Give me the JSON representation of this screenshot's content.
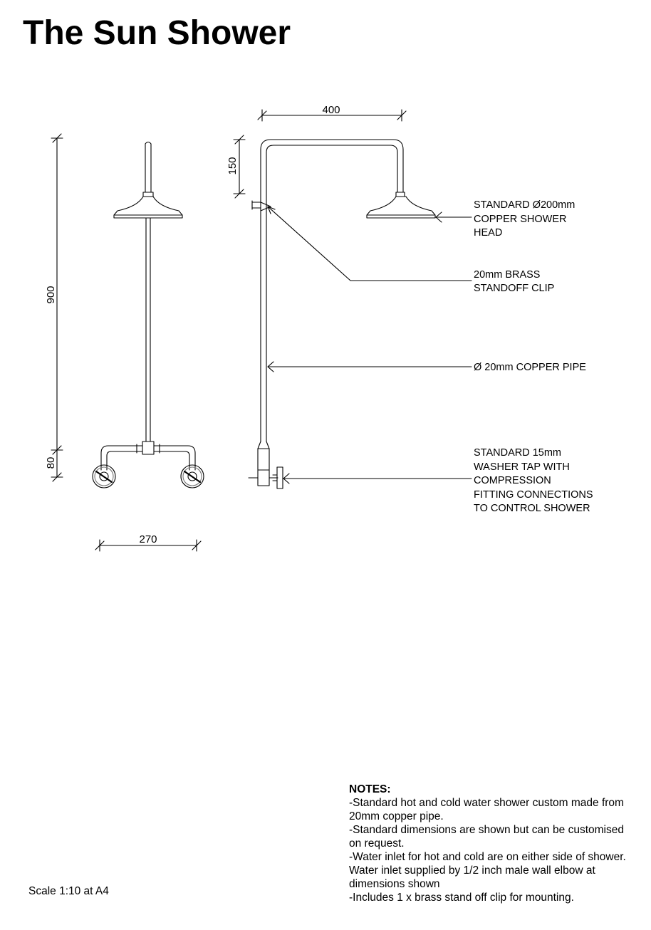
{
  "title": "The Sun Shower",
  "dimensions": {
    "overall_height": "900",
    "lower_height": "80",
    "bottom_width": "270",
    "arm_reach": "400",
    "arm_drop": "150"
  },
  "callouts": [
    {
      "id": "shower-head",
      "lines": [
        "STANDARD Ø200mm",
        "COPPER SHOWER",
        "HEAD"
      ]
    },
    {
      "id": "standoff-clip",
      "lines": [
        "20mm BRASS",
        "STANDOFF CLIP"
      ]
    },
    {
      "id": "copper-pipe",
      "lines": [
        "Ø 20mm COPPER PIPE"
      ]
    },
    {
      "id": "washer-tap",
      "lines": [
        "STANDARD 15mm",
        "WASHER TAP WITH",
        "COMPRESSION",
        "FITTING CONNECTIONS",
        "TO CONTROL SHOWER"
      ]
    }
  ],
  "notes": {
    "heading": "NOTES:",
    "items": [
      "-Standard hot and cold water shower custom made from 20mm copper pipe.",
      "-Standard dimensions are shown but can be customised on request.",
      "-Water inlet for hot and cold are on either side of shower. Water inlet supplied by 1/2 inch male wall elbow at dimensions shown",
      "-Includes 1 x brass stand off clip for mounting."
    ]
  },
  "scale": "Scale 1:10 at A4"
}
